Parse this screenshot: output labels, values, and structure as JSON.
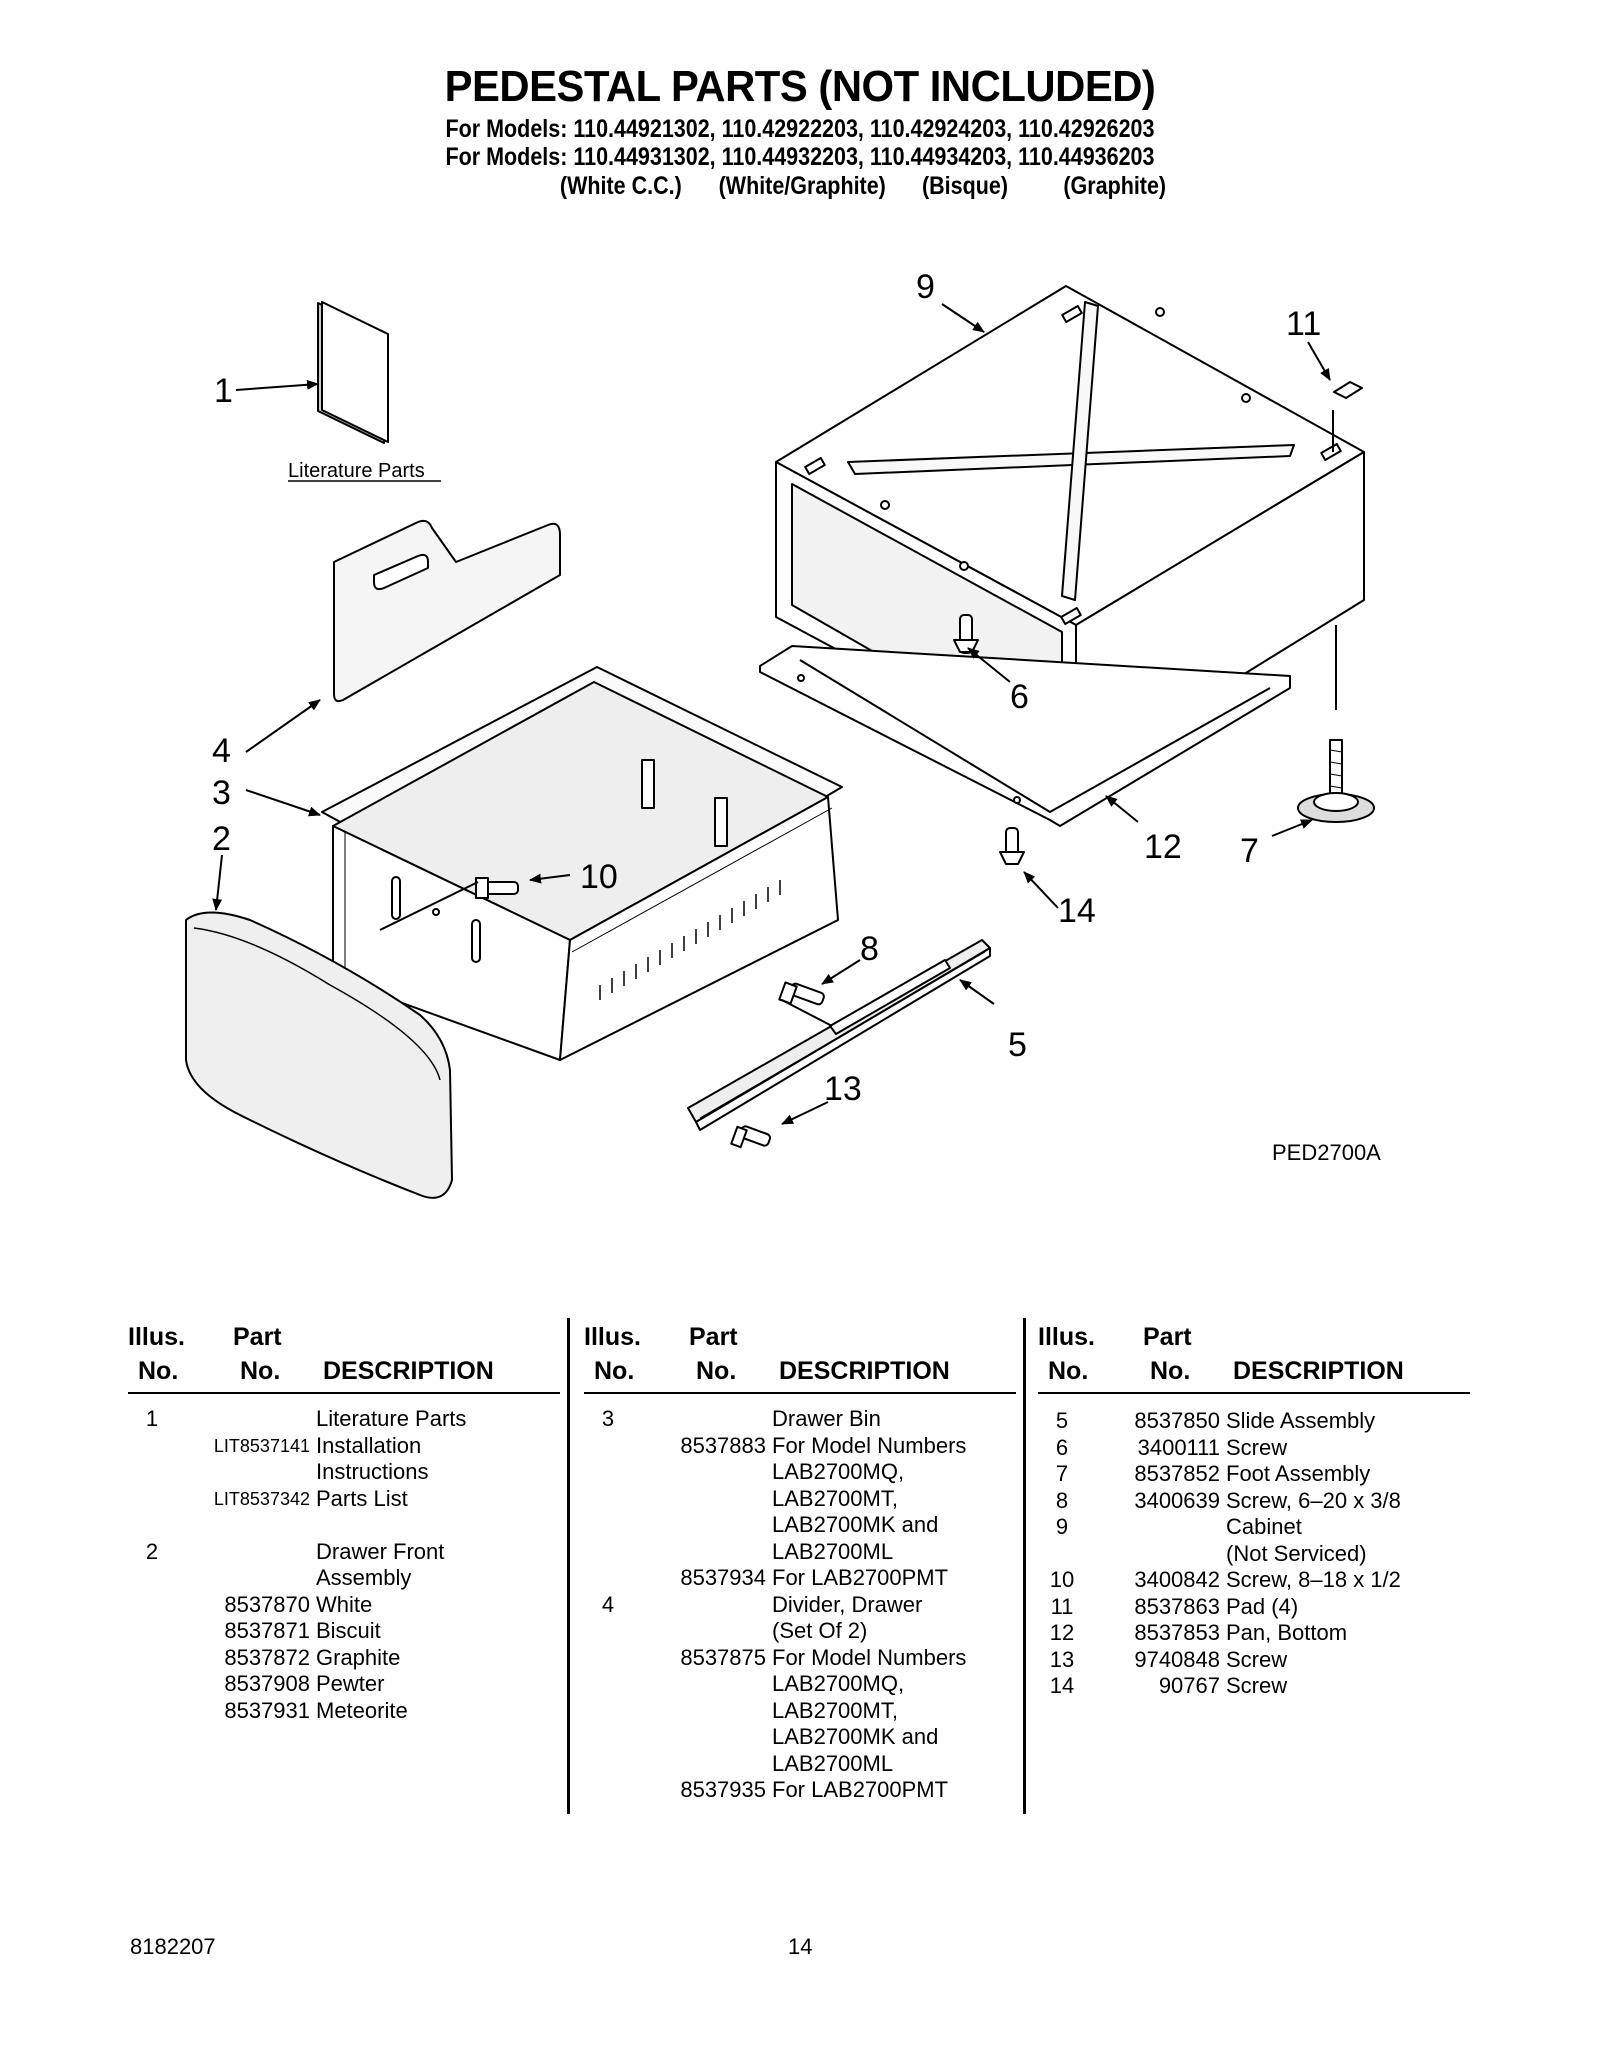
{
  "header": {
    "title": "PEDESTAL PARTS (NOT INCLUDED)",
    "models_line_1": "For Models: 110.44921302, 110.42922203, 110.42924203, 110.42926203",
    "models_line_2": "For Models: 110.44931302, 110.44932203, 110.44934203, 110.44936203",
    "colors": [
      "(White C.C.)",
      "(White/Graphite)",
      "(Bisque)",
      "(Graphite)"
    ]
  },
  "diagram": {
    "literature_label": "Literature Parts",
    "reference_code": "PED2700A",
    "callouts": [
      "1",
      "2",
      "3",
      "4",
      "5",
      "6",
      "7",
      "8",
      "9",
      "10",
      "11",
      "12",
      "13",
      "14"
    ]
  },
  "table": {
    "headers": {
      "illus_1": "Illus.",
      "illus_2": "No.",
      "part_1": "Part",
      "part_2": "No.",
      "description": "DESCRIPTION"
    },
    "columns": [
      [
        {
          "illus": "1",
          "part": "",
          "desc": "Literature Parts"
        },
        {
          "illus": "",
          "part": "LIT8537141",
          "desc": "Installation",
          "small": true
        },
        {
          "illus": "",
          "part": "",
          "desc": "Instructions"
        },
        {
          "illus": "",
          "part": "LIT8537342",
          "desc": "Parts List",
          "small": true
        },
        {
          "illus": "",
          "part": "",
          "desc": ""
        },
        {
          "illus": "2",
          "part": "",
          "desc": "Drawer Front"
        },
        {
          "illus": "",
          "part": "",
          "desc": "Assembly"
        },
        {
          "illus": "",
          "part": "8537870",
          "desc": "White"
        },
        {
          "illus": "",
          "part": "8537871",
          "desc": "Biscuit"
        },
        {
          "illus": "",
          "part": "8537872",
          "desc": "Graphite"
        },
        {
          "illus": "",
          "part": "8537908",
          "desc": "Pewter"
        },
        {
          "illus": "",
          "part": "8537931",
          "desc": "Meteorite"
        }
      ],
      [
        {
          "illus": "3",
          "part": "",
          "desc": "Drawer Bin"
        },
        {
          "illus": "",
          "part": "8537883",
          "desc": "For Model Numbers"
        },
        {
          "illus": "",
          "part": "",
          "desc": "LAB2700MQ,"
        },
        {
          "illus": "",
          "part": "",
          "desc": "LAB2700MT,"
        },
        {
          "illus": "",
          "part": "",
          "desc": "LAB2700MK and"
        },
        {
          "illus": "",
          "part": "",
          "desc": "LAB2700ML"
        },
        {
          "illus": "",
          "part": "8537934",
          "desc": "For LAB2700PMT"
        },
        {
          "illus": "4",
          "part": "",
          "desc": "Divider, Drawer"
        },
        {
          "illus": "",
          "part": "",
          "desc": "(Set Of 2)"
        },
        {
          "illus": "",
          "part": "8537875",
          "desc": "For Model Numbers"
        },
        {
          "illus": "",
          "part": "",
          "desc": "LAB2700MQ,"
        },
        {
          "illus": "",
          "part": "",
          "desc": "LAB2700MT,"
        },
        {
          "illus": "",
          "part": "",
          "desc": "LAB2700MK and"
        },
        {
          "illus": "",
          "part": "",
          "desc": "LAB2700ML"
        },
        {
          "illus": "",
          "part": "8537935",
          "desc": "For LAB2700PMT"
        }
      ],
      [
        {
          "illus": "5",
          "part": "8537850",
          "desc": "Slide Assembly"
        },
        {
          "illus": "6",
          "part": "3400111",
          "desc": "Screw"
        },
        {
          "illus": "7",
          "part": "8537852",
          "desc": "Foot Assembly"
        },
        {
          "illus": "8",
          "part": "3400639",
          "desc": "Screw, 6–20 x 3/8"
        },
        {
          "illus": "9",
          "part": "",
          "desc": "Cabinet"
        },
        {
          "illus": "",
          "part": "",
          "desc": "(Not Serviced)"
        },
        {
          "illus": "10",
          "part": "3400842",
          "desc": "Screw, 8–18 x 1/2"
        },
        {
          "illus": "11",
          "part": "8537863",
          "desc": "Pad (4)"
        },
        {
          "illus": "12",
          "part": "8537853",
          "desc": "Pan, Bottom"
        },
        {
          "illus": "13",
          "part": "9740848",
          "desc": "Screw"
        },
        {
          "illus": "14",
          "part": "90767",
          "desc": "Screw"
        }
      ]
    ]
  },
  "footer": {
    "doc_number": "8182207",
    "page_number": "14"
  }
}
